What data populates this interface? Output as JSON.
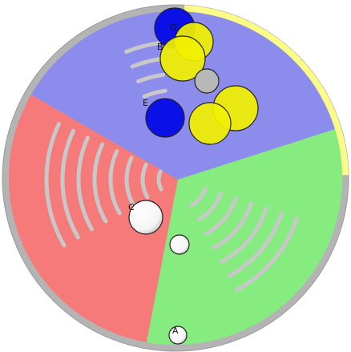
{
  "diagram": {
    "colors": {
      "background": "#ffffff",
      "rim": "#b4b4b4",
      "rim_highlight": "#fbfb88",
      "sector_top": "#8c8cec",
      "sector_left": "#f77a7a",
      "sector_right": "#86ec80",
      "arc_marks": "#c8c8c8",
      "sphere_blue": "#0b10e6",
      "sphere_yellow": "#f2f000",
      "sphere_gray": "#b8b8b8",
      "sphere_white": "#ffffff",
      "outline": "#222222"
    },
    "sectors": [
      {
        "id": "top",
        "color_key": "sector_top"
      },
      {
        "id": "left",
        "color_key": "sector_left"
      },
      {
        "id": "right",
        "color_key": "sector_right"
      }
    ],
    "labels": {
      "g": "G",
      "a": "A",
      "c": "C",
      "b": "B",
      "e": "E"
    },
    "spheres": [
      {
        "id": "blue-sphere-top",
        "fill_key": "sphere_blue",
        "label_key": "g"
      },
      {
        "id": "yellow-sphere-top-1",
        "fill_key": "sphere_yellow"
      },
      {
        "id": "yellow-sphere-top-2",
        "fill_key": "sphere_yellow",
        "label_key": "b"
      },
      {
        "id": "gray-sphere",
        "fill_key": "sphere_gray"
      },
      {
        "id": "blue-sphere-middle",
        "fill_key": "sphere_blue",
        "label_key": "e"
      },
      {
        "id": "yellow-sphere-middle-1",
        "fill_key": "sphere_yellow"
      },
      {
        "id": "yellow-sphere-middle-2",
        "fill_key": "sphere_yellow"
      },
      {
        "id": "white-sphere-large",
        "fill_key": "sphere_white",
        "label_key": "c"
      },
      {
        "id": "white-sphere-small",
        "fill_key": "sphere_white"
      },
      {
        "id": "white-sphere-bottom",
        "fill_key": "sphere_white",
        "label_key": "a"
      }
    ]
  }
}
